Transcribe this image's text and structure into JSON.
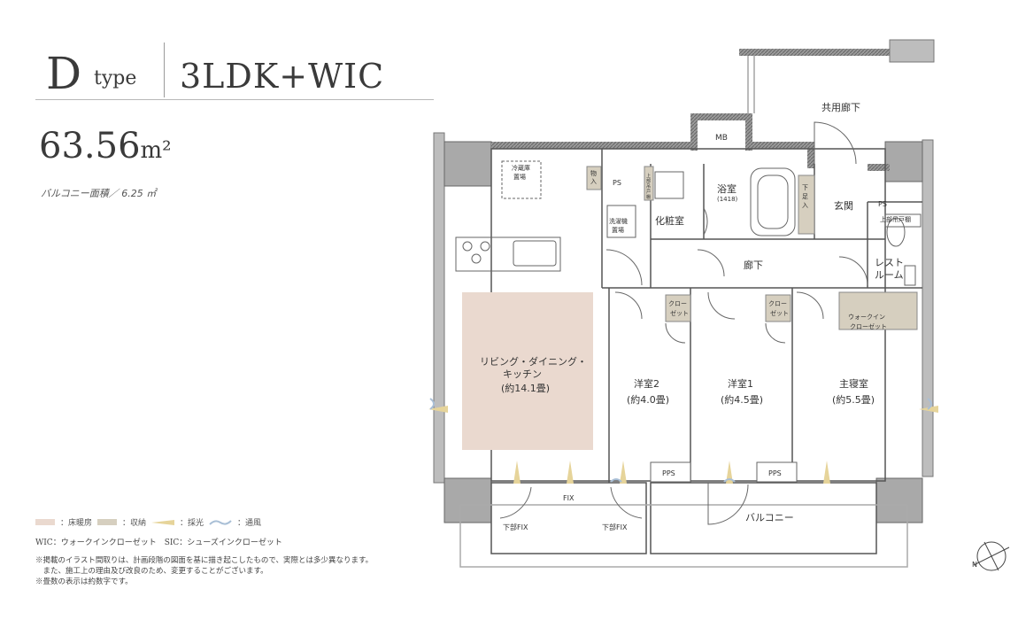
{
  "header": {
    "type_letter": "D",
    "type_word": "type",
    "layout": "3LDK+WIC",
    "area_value": "63.56",
    "area_unit": "m²",
    "balcony_area": "バルコニー面積／ 6.25 ㎡"
  },
  "legend": {
    "floor_heating": "：床暖房",
    "storage": "：収納",
    "lighting": "：採光",
    "ventilation": "：通風",
    "colors": {
      "floor_heating": "#ead9cf",
      "storage": "#d6cfbf",
      "lighting": "#e6d49a",
      "ventilation": "#a9bfd6"
    }
  },
  "abbreviations": "WIC：ウォークインクローゼット　SIC：シューズインクローゼット",
  "notes": [
    "※掲載のイラスト間取りは、計画段階の図面を基に描き起こしたもので、実際とは多少異なります。",
    "　また、施工上の理由及び改良のため、変更することがございます。",
    "※畳数の表示は約数字です。"
  ],
  "plan": {
    "common_corridor": "共用廊下",
    "mb": "MB",
    "ps1": "PS",
    "ps2": "PS",
    "fridge": [
      "冷蔵庫",
      "置場"
    ],
    "storage_small": [
      "物",
      "入"
    ],
    "bathroom": "浴室",
    "bathroom_size": "(1418)",
    "entrance": "玄関",
    "shoe": [
      "下",
      "足",
      "入"
    ],
    "upper_cabinet": "上部吊戸棚",
    "washer": [
      "洗濯機",
      "置場"
    ],
    "vanity": "化粧室",
    "upper_cabinet_small": [
      "上",
      "部",
      "吊",
      "戸",
      "棚"
    ],
    "corridor": "廊下",
    "restroom": [
      "レスト",
      "ルーム"
    ],
    "ldk": [
      "リビング・ダイニング・",
      "キッチン",
      "(約14.1畳)"
    ],
    "closet": [
      "クロー",
      "ゼット"
    ],
    "wic": [
      "ウォークイン",
      "クローゼット"
    ],
    "room2": [
      "洋室2",
      "(約4.0畳)"
    ],
    "room1": [
      "洋室1",
      "(約4.5畳)"
    ],
    "master": [
      "主寝室",
      "(約5.5畳)"
    ],
    "pps": "PPS",
    "fix": "FIX",
    "lower_fix": "下部FIX",
    "balcony": "バルコニー"
  }
}
